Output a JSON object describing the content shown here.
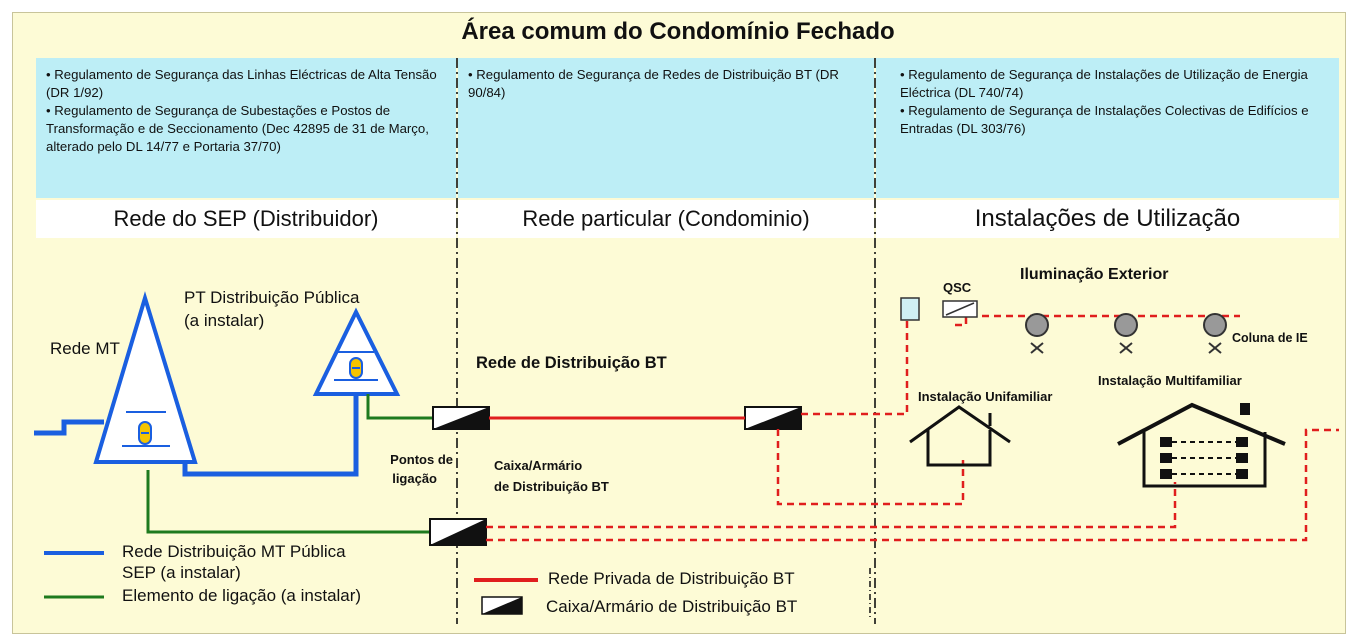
{
  "title": "Área comum do Condomínio Fechado",
  "regulations": {
    "col1": [
      "• Regulamento de Segurança das Linhas Eléctricas de Alta Tensão (DR 1/92)",
      "• Regulamento de Segurança de Subestações e Postos de Transformação e de Seccionamento (Dec 42895 de 31 de Março, alterado pelo DL 14/77 e Portaria 37/70)"
    ],
    "col2": [
      "• Regulamento de Segurança de Redes de Distribuição BT (DR 90/84)"
    ],
    "col3": [
      "• Regulamento de Segurança de Instalações de Utilização de Energia Eléctrica (DL 740/74)",
      "• Regulamento de Segurança de Instalações Colectivas de Edifícios e Entradas (DL 303/76)"
    ]
  },
  "sections": [
    "Rede do SEP (Distribuidor)",
    "Rede particular (Condominio)",
    "Instalações de Utilização"
  ],
  "labels": {
    "rede_mt": "Rede MT",
    "pt_line1": "PT Distribuição Pública",
    "pt_line2": "(a instalar)",
    "rede_bt": "Rede de Distribuição BT",
    "pontos1": "Pontos de",
    "pontos2": "ligação",
    "caixa1": "Caixa/Armário",
    "caixa2": "de Distribuição BT",
    "qsc": "QSC",
    "ilum": "Iluminação Exterior",
    "coluna": "Coluna de IE",
    "unifamiliar": "Instalação Unifamiliar",
    "multifamiliar": "Instalação Multifamiliar"
  },
  "legend": {
    "mt1": "Rede Distribuição MT Pública",
    "mt2": "SEP (a instalar)",
    "lig": "Elemento de ligação (a instalar)",
    "bt": "Rede Privada de Distribuição BT",
    "caixa": "Caixa/Armário de Distribuição BT"
  },
  "colors": {
    "mt": "#1a5fe0",
    "link": "#1e7a1e",
    "bt": "#e01e1e",
    "band": "#bdeef6",
    "background": "#fdfbd6"
  }
}
